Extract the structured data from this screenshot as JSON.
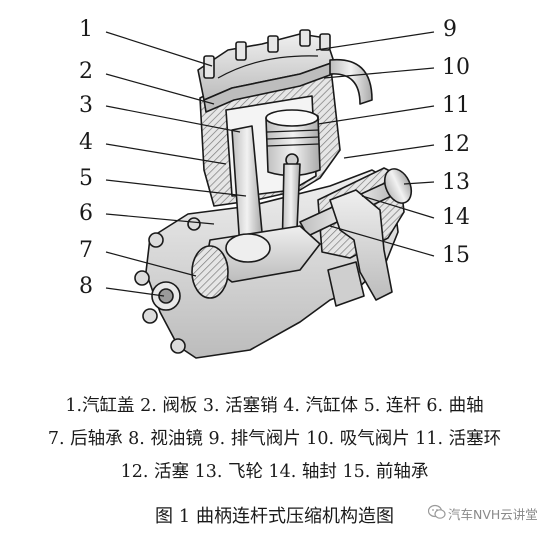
{
  "labels": [
    "1",
    "2",
    "3",
    "4",
    "5",
    "6",
    "7",
    "8",
    "9",
    "10",
    "11",
    "12",
    "13",
    "14",
    "15"
  ],
  "legend": {
    "line1": "1.汽缸盖 2. 阀板 3. 活塞销 4. 汽缸体 5. 连杆 6. 曲轴",
    "line2": "7. 后轴承 8. 视油镜 9. 排气阀片 10. 吸气阀片 11. 活塞环",
    "line3": "12. 活塞 13. 飞轮 14. 轴封 15. 前轴承"
  },
  "caption": "图 1   曲柄连杆式压缩机构造图",
  "watermark": "汽车NVH云讲堂",
  "colors": {
    "ink": "#1a1a1a",
    "metal": "#d9d9d9",
    "metal_dark": "#9a9a9a",
    "background": "#ffffff"
  }
}
